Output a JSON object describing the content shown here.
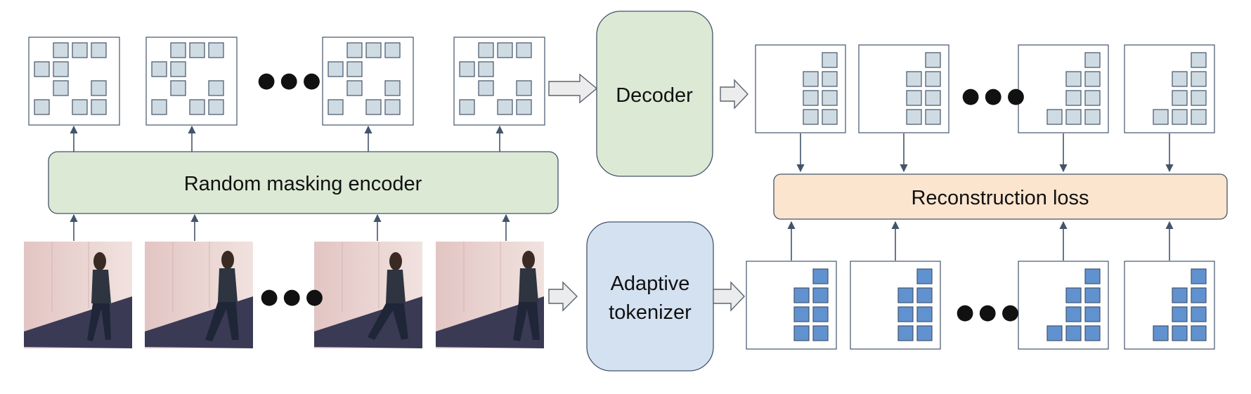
{
  "encoder": {
    "label": "Random masking encoder"
  },
  "decoder": {
    "label": "Decoder"
  },
  "tokenizer": {
    "line1": "Adaptive",
    "line2": "tokenizer"
  },
  "loss": {
    "label": "Reconstruction loss"
  },
  "ellipsis": "●●●",
  "colors": {
    "encoder_fill": "#dce9d5",
    "decoder_fill": "#dce9d5",
    "tokenizer_fill": "#d4e1f1",
    "loss_fill": "#fbe5cf",
    "stroke": "#44546a",
    "masked_token": "#cfdbe2",
    "tokenized_token": "#6192d0",
    "frame_background": "#e8d0cf",
    "frame_floor": "#3b3a55"
  }
}
